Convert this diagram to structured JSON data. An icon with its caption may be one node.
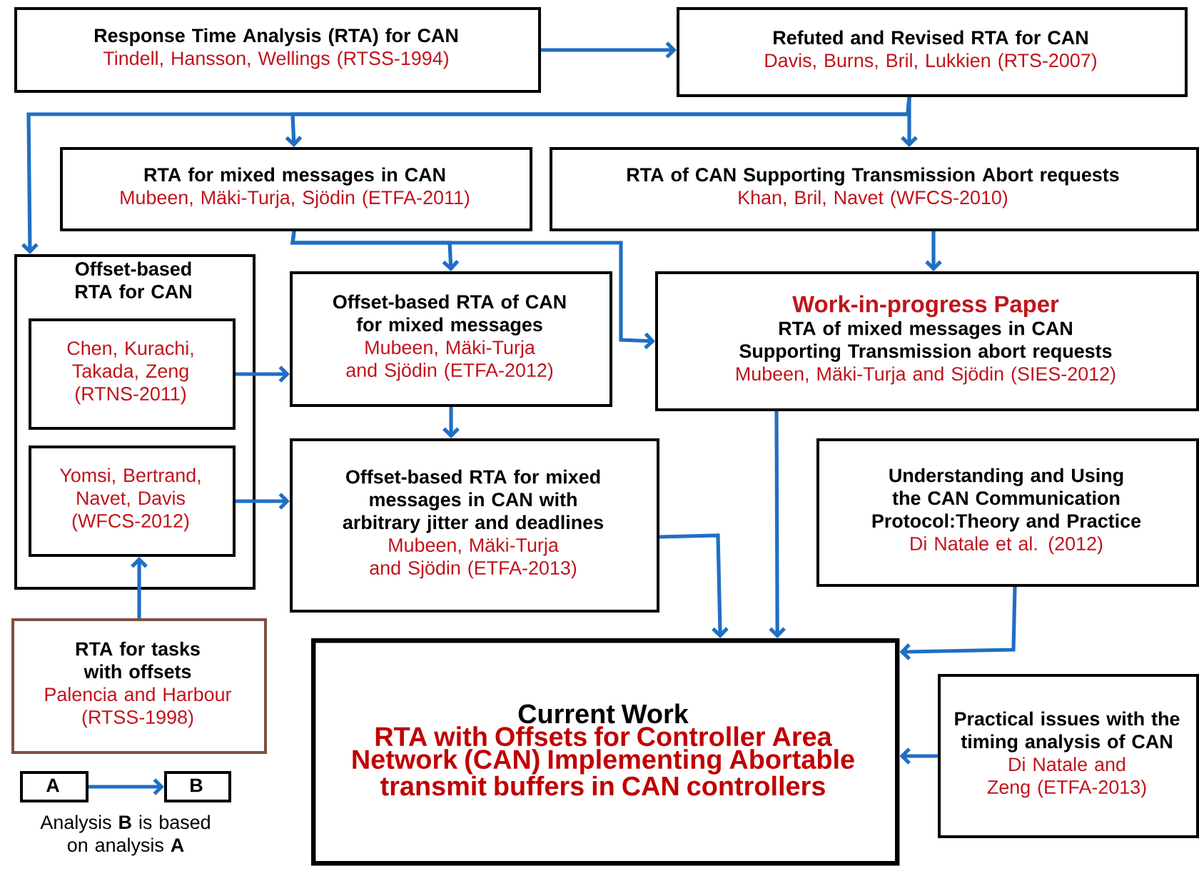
{
  "diagram": {
    "nodes": [
      {
        "text": [
          "Response Time Analysis (RTA) for CAN",
          "Tindell, Hansson, Wellings (RTSS-1994)"
        ]
      },
      {
        "text": [
          "Refuted and Revised RTA for CAN",
          "Davis, Burns, Bril, Lukkien (RTS-2007)"
        ]
      },
      {
        "text": [
          "RTA for mixed messages in CAN",
          "Mubeen, Mäki-Turja, Sjödin (ETFA-2011)"
        ]
      },
      {
        "text": [
          "RTA of CAN Supporting Transmission Abort requests",
          "Khan, Bril, Navet (WFCS-2010)"
        ]
      },
      {
        "text": [
          "Offset-based RTA for CAN"
        ]
      },
      {
        "text": [
          "Chen, Kurachi, Takada, Zeng (RTNS-2011)"
        ],
        "in": 4
      },
      {
        "text": [
          "Yomsi, Bertrand, Navet, Davis (WFCS-2012)"
        ],
        "in": 4
      },
      {
        "text": [
          "Offset-based RTA of CAN for mixed messages",
          "Mubeen, Mäki-Turja and Sjödin (ETFA-2012)"
        ]
      },
      {
        "text": [
          "Work-in-progress Paper",
          "RTA of mixed messages in CAN Supporting Transmission abort requests",
          "Mubeen, Mäki-Turja and Sjödin (SIES-2012)"
        ]
      },
      {
        "text": [
          "Offset-based RTA for mixed messages in CAN with arbitrary jitter and deadlines",
          "Mubeen, Mäki-Turja and Sjödin (ETFA-2013)"
        ]
      },
      {
        "text": [
          "Understanding and Using the CAN Communication Protocol:Theory and Practice",
          "Di Natale et al. (2012)"
        ]
      },
      {
        "text": [
          "RTA for tasks with offsets",
          "Palencia and Harbour (RTSS-1998)"
        ]
      },
      {
        "text": [
          "Current Work",
          "RTA with Offsets for Controller Area Network (CAN) Implementing Abortable transmit buffers in CAN controllers"
        ]
      },
      {
        "text": [
          "Practical issues with the timing analysis of CAN",
          "Di Natale and Zeng (ETFA-2013)"
        ]
      },
      {
        "text": [
          "A"
        ]
      },
      {
        "text": [
          "B"
        ]
      }
    ],
    "edges": [
      {
        "from": 0,
        "to": 1,
        "arrow": "to"
      },
      {
        "from": 1,
        "to": 2,
        "arrow": "to"
      },
      {
        "from": 1,
        "to": 3,
        "arrow": "to"
      },
      {
        "from": 1,
        "to": 4,
        "arrow": "to"
      },
      {
        "from": 2,
        "to": 7,
        "arrow": "to"
      },
      {
        "from": 2,
        "to": 8,
        "arrow": "to"
      },
      {
        "from": 3,
        "to": 8,
        "arrow": "to"
      },
      {
        "from": 5,
        "to": 7,
        "arrow": "to"
      },
      {
        "from": 6,
        "to": 9,
        "arrow": "to"
      },
      {
        "from": 7,
        "to": 9,
        "arrow": "to"
      },
      {
        "from": 11,
        "to": 6,
        "arrow": "to"
      },
      {
        "from": 9,
        "to": 12,
        "arrow": "to"
      },
      {
        "from": 8,
        "to": 12,
        "arrow": "to"
      },
      {
        "from": 10,
        "to": 12,
        "arrow": "to"
      },
      {
        "from": 13,
        "to": 12,
        "arrow": "to"
      },
      {
        "from": 14,
        "to": 15,
        "arrow": "to"
      }
    ],
    "labels": [
      "Analysis **B** is based on analysis **A**"
    ]
  }
}
